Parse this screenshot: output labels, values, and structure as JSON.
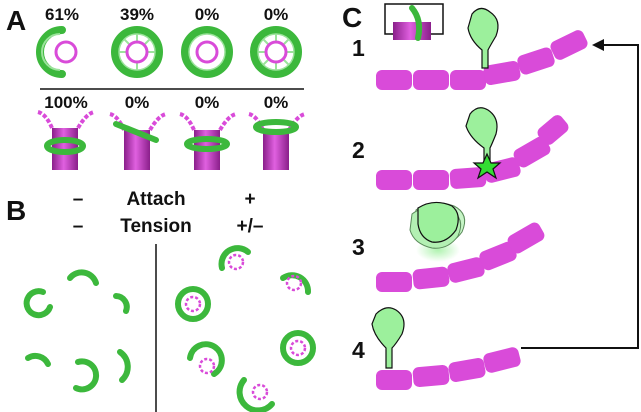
{
  "panels": {
    "a": {
      "label": "A",
      "top_percentages": [
        "61%",
        "39%",
        "0%",
        "0%"
      ],
      "bottom_percentages": [
        "100%",
        "0%",
        "0%",
        "0%"
      ]
    },
    "b": {
      "label": "B",
      "left_attach": "–",
      "left_tension": "–",
      "attach_label": "Attach",
      "tension_label": "Tension",
      "right_attach": "+",
      "right_tension": "+/–"
    },
    "c": {
      "label": "C",
      "steps": [
        "1",
        "2",
        "3",
        "4"
      ]
    }
  },
  "colors": {
    "ring_green": "#3cb83c",
    "ring_green_light": "#9be39b",
    "microtubule_magenta": "#d94bd9",
    "motor_light_green": "#9cf09c",
    "star_green": "#33dd33",
    "text": "#111111"
  }
}
